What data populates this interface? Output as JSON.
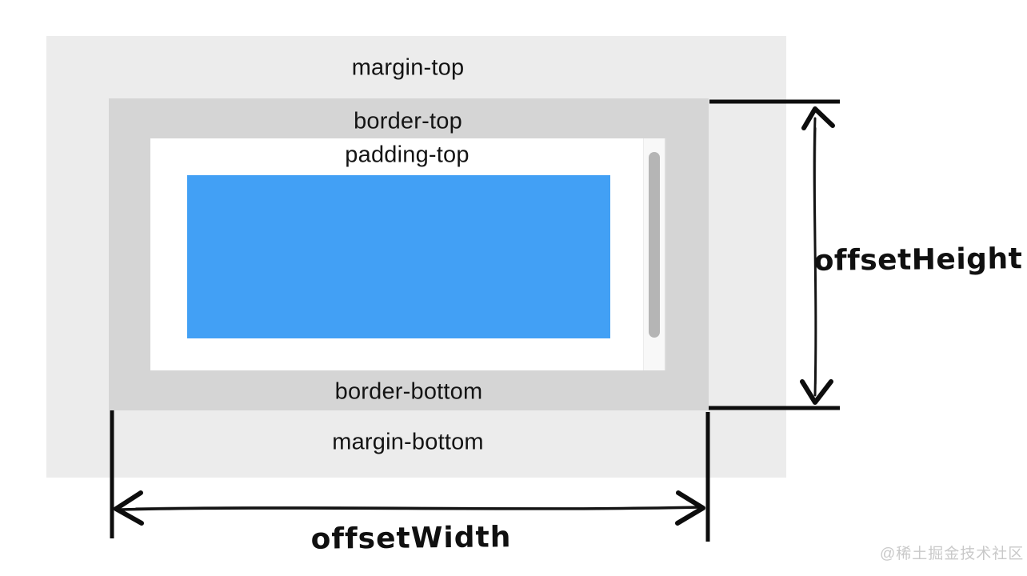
{
  "diagram": {
    "margin_box": {
      "top_label": "margin-top",
      "bottom_label": "margin-bottom",
      "color": "#ececec"
    },
    "border_box": {
      "top_label": "border-top",
      "bottom_label": "border-bottom",
      "color": "#d5d5d5"
    },
    "padding_box": {
      "top_label": "padding-top",
      "color": "#ffffff"
    },
    "content_box": {
      "color": "#42a0f5"
    },
    "scrollbar": {
      "track_color": "#f8f8f8",
      "thumb_color": "#b5b5b5"
    },
    "measurements": {
      "height_label": "offsetHeight",
      "width_label": "offsetWidth",
      "ink_color": "#0d0d0d"
    }
  },
  "watermark": {
    "text": "@稀土掘金技术社区",
    "color": "#c9c9c9"
  }
}
